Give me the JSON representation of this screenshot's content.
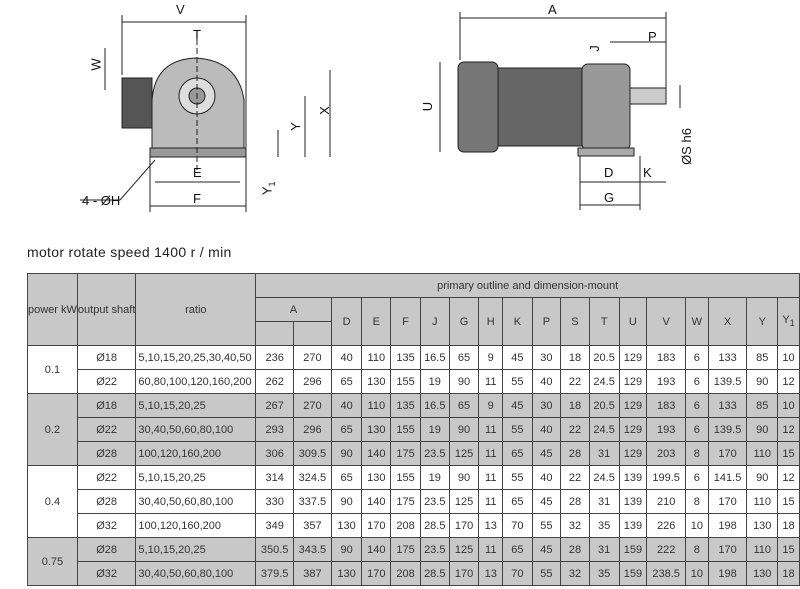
{
  "drawing": {
    "front_labels": {
      "V": "V",
      "T": "T",
      "W": "W",
      "X": "X",
      "Y": "Y",
      "Y1": "Y",
      "Y1_sub": "1",
      "E": "E",
      "F": "F",
      "H": "4 - ØH"
    },
    "side_labels": {
      "A": "A",
      "J": "J",
      "P": "P",
      "U": "U",
      "D": "D",
      "K": "K",
      "G": "G",
      "S": "ØS  h6"
    }
  },
  "caption": "motor rotate speed 1400 r / min",
  "table": {
    "group_header": "primary outline and dimension-mount",
    "power_header": "power kW",
    "shaft_header": "output shaft",
    "ratio_header": "ratio",
    "a_header": "A",
    "dim_headers": [
      "D",
      "E",
      "F",
      "J",
      "G",
      "H",
      "K",
      "P",
      "S",
      "T",
      "U",
      "V",
      "W",
      "X",
      "Y",
      "Y1"
    ],
    "groups": [
      {
        "power": "0.1",
        "rows": [
          [
            "Ø18",
            "5,10,15,20,25,30,40,50",
            "236",
            "270",
            "40",
            "110",
            "135",
            "16.5",
            "65",
            "9",
            "45",
            "30",
            "18",
            "20.5",
            "129",
            "183",
            "6",
            "133",
            "85",
            "10"
          ],
          [
            "Ø22",
            "60,80,100,120,160,200",
            "262",
            "296",
            "65",
            "130",
            "155",
            "19",
            "90",
            "11",
            "55",
            "40",
            "22",
            "24.5",
            "129",
            "193",
            "6",
            "139.5",
            "90",
            "12"
          ]
        ]
      },
      {
        "power": "0.2",
        "rows": [
          [
            "Ø18",
            "5,10,15,20,25",
            "267",
            "270",
            "40",
            "110",
            "135",
            "16.5",
            "65",
            "9",
            "45",
            "30",
            "18",
            "20.5",
            "129",
            "183",
            "6",
            "133",
            "85",
            "10"
          ],
          [
            "Ø22",
            "30,40,50,60,80,100",
            "293",
            "296",
            "65",
            "130",
            "155",
            "19",
            "90",
            "11",
            "55",
            "40",
            "22",
            "24.5",
            "129",
            "193",
            "6",
            "139.5",
            "90",
            "12"
          ],
          [
            "Ø28",
            "100,120,160,200",
            "306",
            "309.5",
            "90",
            "140",
            "175",
            "23.5",
            "125",
            "11",
            "65",
            "45",
            "28",
            "31",
            "129",
            "203",
            "8",
            "170",
            "110",
            "15"
          ]
        ]
      },
      {
        "power": "0.4",
        "rows": [
          [
            "Ø22",
            "5,10,15,20,25",
            "314",
            "324.5",
            "65",
            "130",
            "155",
            "19",
            "90",
            "11",
            "55",
            "40",
            "22",
            "24.5",
            "139",
            "199.5",
            "6",
            "141.5",
            "90",
            "12"
          ],
          [
            "Ø28",
            "30,40,50,60,80,100",
            "330",
            "337.5",
            "90",
            "140",
            "175",
            "23.5",
            "125",
            "11",
            "65",
            "45",
            "28",
            "31",
            "139",
            "210",
            "8",
            "170",
            "110",
            "15"
          ],
          [
            "Ø32",
            "100,120,160,200",
            "349",
            "357",
            "130",
            "170",
            "208",
            "28.5",
            "170",
            "13",
            "70",
            "55",
            "32",
            "35",
            "139",
            "226",
            "10",
            "198",
            "130",
            "18"
          ]
        ]
      },
      {
        "power": "0.75",
        "rows": [
          [
            "Ø28",
            "5,10,15,20,25",
            "350.5",
            "343.5",
            "90",
            "140",
            "175",
            "23.5",
            "125",
            "11",
            "65",
            "45",
            "28",
            "31",
            "159",
            "222",
            "8",
            "170",
            "110",
            "15"
          ],
          [
            "Ø32",
            "30,40,50,60,80,100",
            "379.5",
            "387",
            "130",
            "170",
            "208",
            "28.5",
            "170",
            "13",
            "70",
            "55",
            "32",
            "35",
            "159",
            "238.5",
            "10",
            "198",
            "130",
            "18"
          ]
        ]
      }
    ]
  }
}
